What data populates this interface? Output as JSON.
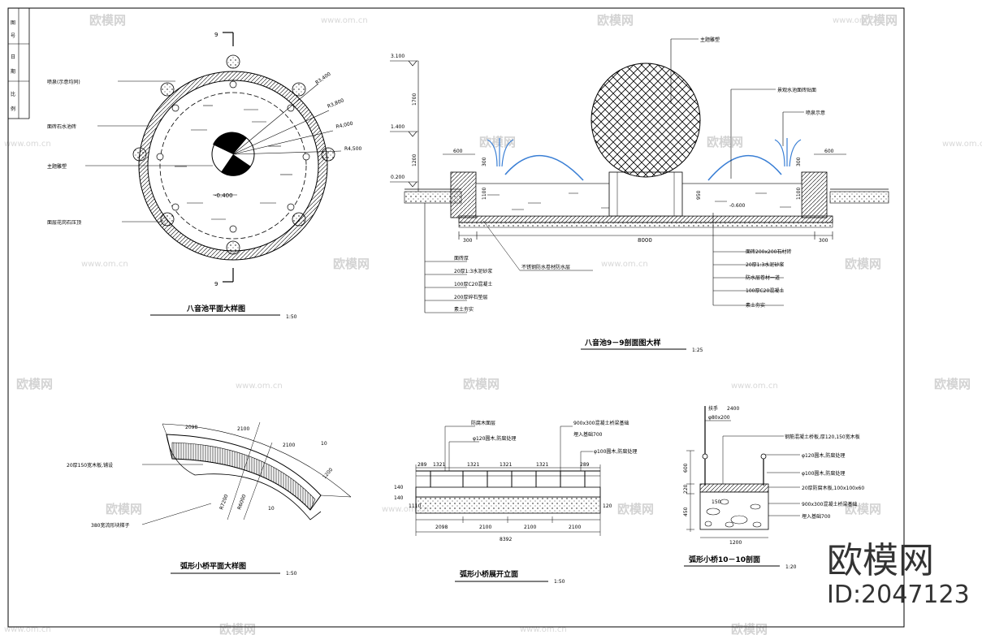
{
  "plan": {
    "title": "八音池平面大样图",
    "scale": "1:50",
    "section_mark_top": "9",
    "section_mark_bottom": "9",
    "callouts": [
      "喷泉(示意均同)",
      "面砖石水池砖",
      "主题雕塑",
      "面层花岗石压顶"
    ],
    "level": "-0.400",
    "radii": [
      "R3,400",
      "R3,800",
      "R4,000",
      "R4,500"
    ]
  },
  "section": {
    "title": "八音池9－9剖面图大样",
    "scale": "1:25",
    "top_callouts": [
      "主题雕塑",
      "景观水池面砖贴面",
      "喷泉示意"
    ],
    "elevations": [
      "3.100",
      "1.400",
      "0.200"
    ],
    "vertical_dims": [
      "1700",
      "1200"
    ],
    "dims": [
      "600",
      "600",
      "300",
      "8000",
      "300"
    ],
    "inner_heights": [
      "300",
      "1100",
      "950",
      "1100",
      "300"
    ],
    "water_level": "-0.600",
    "left_layers": [
      "面砖厚",
      "20厚1:3水泥砂浆",
      "100厚C20混凝土",
      "200厚碎石垫层",
      "素土夯实"
    ],
    "middle_note": "不锈钢防水卷材防水层",
    "right_layers": [
      "面砖200x200石材砖",
      "20厚1:3水泥砂浆",
      "防水层卷材一道",
      "100厚C20混凝土",
      "素土夯实"
    ]
  },
  "bridge_plan": {
    "title": "弧形小桥平面大样图",
    "scale": "1:50",
    "note1": "20厚150宽木板,铺设",
    "note2": "380宽流形块梯子",
    "dims": [
      "2098",
      "2100",
      "2100",
      "1200"
    ],
    "radii": [
      "R7200",
      "R6000"
    ],
    "marks": [
      "10",
      "10"
    ]
  },
  "bridge_elev": {
    "title": "弧形小桥展开立面",
    "scale": "1:50",
    "callouts": [
      "防腐木面层",
      "φ120圆木,防腐处理",
      "φ100圆木,防腐处理"
    ],
    "note_right1": "900x300混凝土桥梁基础",
    "note_right2": "埋入基础700",
    "top_dims": [
      "289",
      "1321",
      "1321",
      "1321",
      "1321",
      "289"
    ],
    "bottom_dims": [
      "2098",
      "2100",
      "2100",
      "2100"
    ],
    "total": "8392",
    "labels": [
      "140",
      "140",
      "1110",
      "120"
    ]
  },
  "bridge_section": {
    "title": "弧形小桥10－10剖面",
    "scale": "1:20",
    "top_dim": "2400",
    "label_top": "扶手",
    "label_rail": "φ80x200",
    "callouts": [
      "钢筋混凝土桥板,厚120,150宽木板",
      "φ120圆木,防腐处理",
      "φ100圆木,防腐处理",
      "20厚防腐木板,100x100x60",
      "900x300混凝土桥梁基础",
      "埋入基础700"
    ],
    "side_dims": [
      "600",
      "220",
      "450"
    ],
    "bottom_dim": "1200",
    "inner": "150"
  },
  "branding": {
    "logo_text": "欧模网",
    "id_text": "ID:2047123",
    "watermark_logo": "欧模网",
    "watermark_site": "www.om.cn"
  },
  "titleblock": {
    "cells": [
      "图",
      "号",
      "日",
      "期",
      "比",
      "例"
    ]
  }
}
